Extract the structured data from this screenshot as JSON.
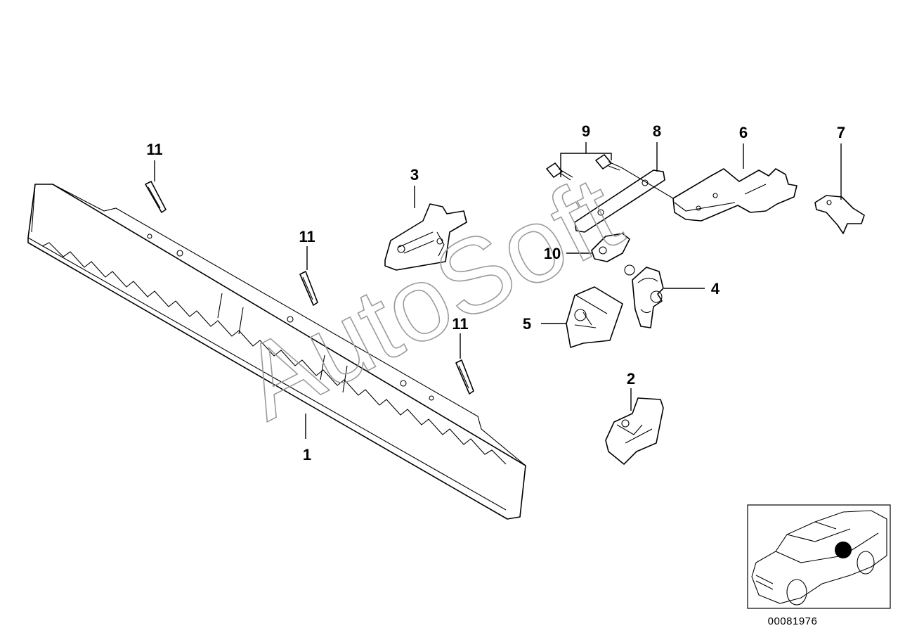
{
  "diagram": {
    "callouts": {
      "c1": "1",
      "c2": "2",
      "c3": "3",
      "c4": "4",
      "c5": "5",
      "c6": "6",
      "c7": "7",
      "c8": "8",
      "c9": "9",
      "c10": "10",
      "c11a": "11",
      "c11b": "11",
      "c11c": "11"
    },
    "watermark": "AutoSoft",
    "diagram_number": "00081976",
    "inset": {
      "highlight_color": "#000000"
    }
  }
}
